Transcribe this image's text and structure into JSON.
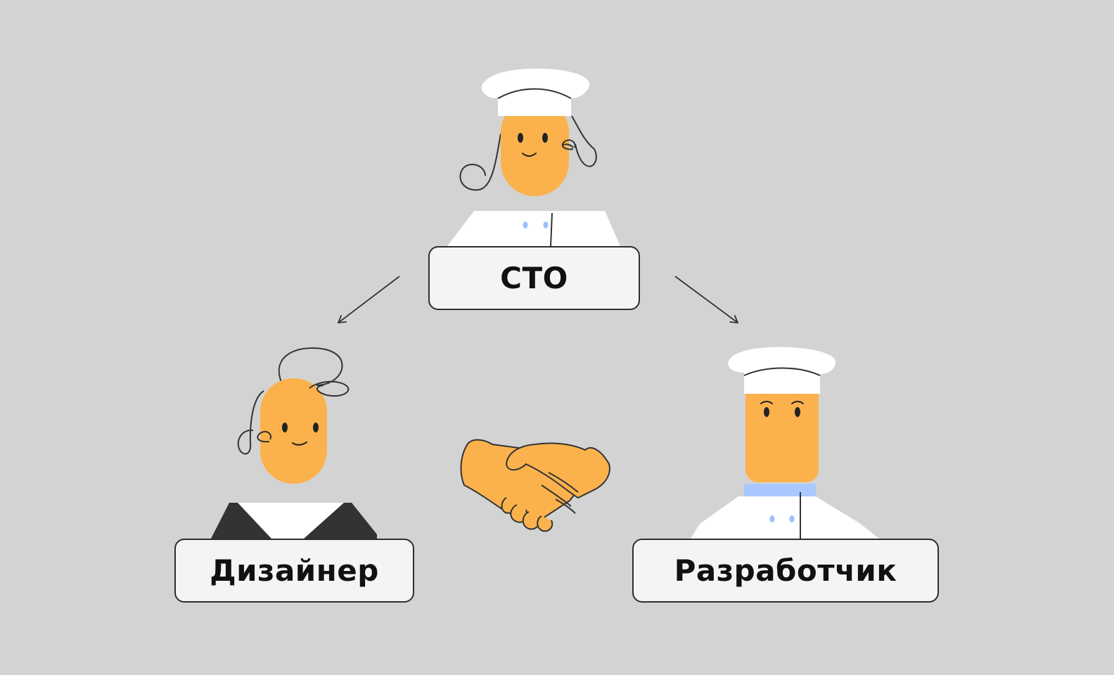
{
  "nodes": {
    "cto": {
      "label": "CTO",
      "icon": "chef-character-icon"
    },
    "designer": {
      "label": "Дизайнер",
      "icon": "designer-character-icon"
    },
    "developer": {
      "label": "Разработчик",
      "icon": "chef-character-icon"
    }
  },
  "center_icon": "handshake-icon",
  "edges": [
    {
      "from": "CTO",
      "to": "Дизайнер"
    },
    {
      "from": "CTO",
      "to": "Разработчик"
    }
  ],
  "colors": {
    "background": "#d3d3d3",
    "skin": "#fbb24d",
    "label_fill": "#f4f4f4",
    "outline": "#2e2e2e",
    "uniform": "#ffffff",
    "designer_jacket": "#333333",
    "collar_blue": "#aac8ff"
  }
}
